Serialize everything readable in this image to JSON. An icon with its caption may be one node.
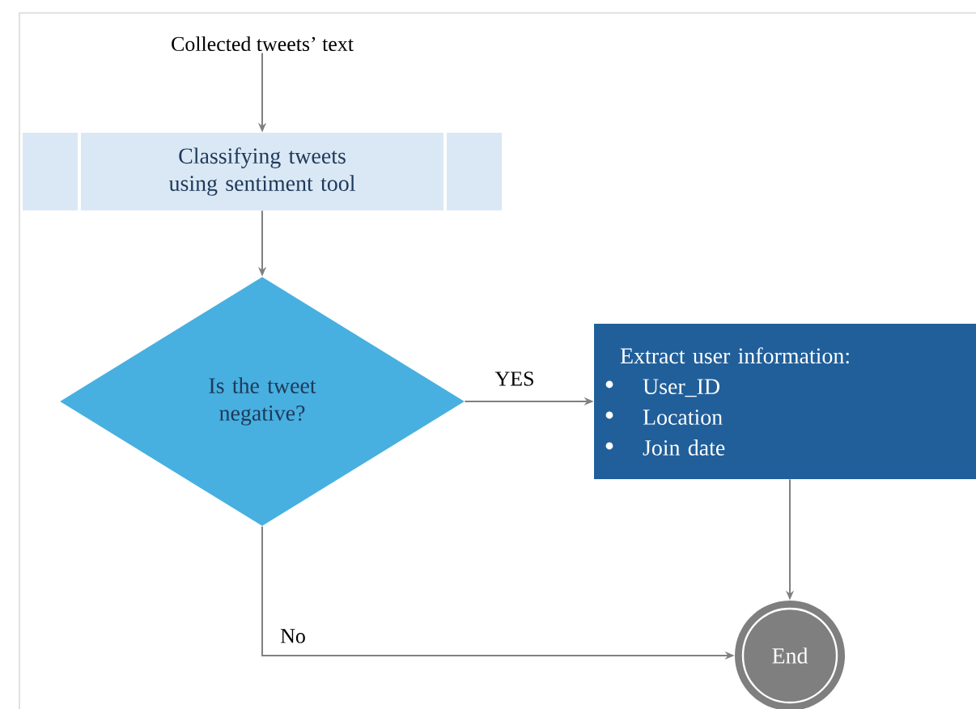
{
  "diagram": {
    "nodes": [
      {
        "text": [
          "Collected tweets’ text"
        ]
      },
      {
        "text": [
          "Classifying tweets using sentiment tool"
        ]
      },
      {
        "text": [
          "Is the tweet negative?"
        ]
      },
      {
        "text": [
          "Extract user information:",
          "User_ID",
          "Location",
          "Join date"
        ]
      },
      {
        "text": [
          "End"
        ]
      }
    ],
    "edges": [
      {
        "from": 0,
        "to": 1,
        "arrow": "to"
      },
      {
        "from": 1,
        "to": 2,
        "arrow": "to"
      },
      {
        "from": 2,
        "to": 3,
        "arrow": "to",
        "label": "YES"
      },
      {
        "from": 3,
        "to": 4,
        "arrow": "to"
      },
      {
        "from": 2,
        "to": 4,
        "arrow": "to",
        "label": "No"
      }
    ]
  }
}
